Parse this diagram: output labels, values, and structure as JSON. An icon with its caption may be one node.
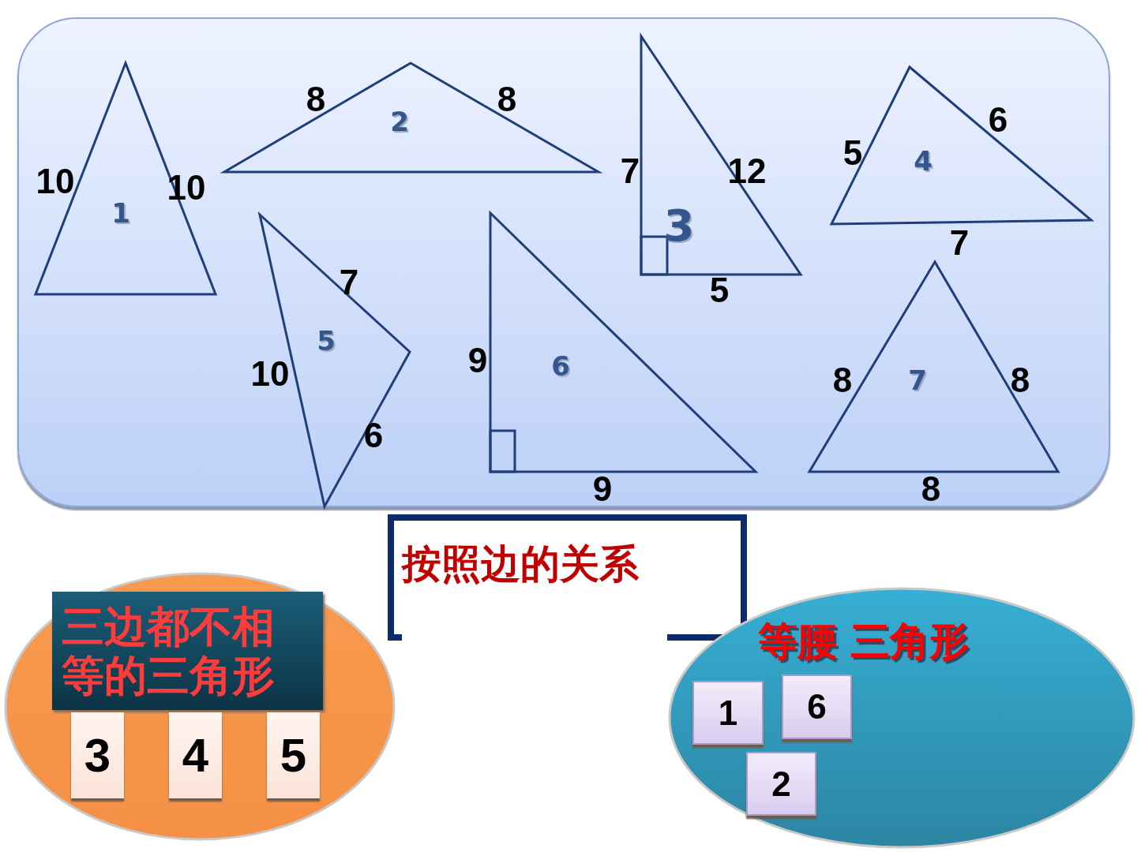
{
  "diagram": {
    "nodes": [
      {
        "text": [],
        "shape": "box"
      },
      {
        "text": [
          "1"
        ],
        "beside": [
          "10",
          "10"
        ],
        "in": 0
      },
      {
        "text": [
          "2"
        ],
        "beside": [
          "8",
          "8"
        ],
        "in": 0
      },
      {
        "text": [
          "3"
        ],
        "beside": [
          "7",
          "12",
          "5"
        ],
        "in": 0
      },
      {
        "text": [
          "4"
        ],
        "beside": [
          "5",
          "6",
          "7"
        ],
        "in": 0
      },
      {
        "text": [
          "5"
        ],
        "beside": [
          "7",
          "10",
          "6"
        ],
        "in": 0
      },
      {
        "text": [
          "6"
        ],
        "beside": [
          "9",
          "9"
        ],
        "in": 0
      },
      {
        "text": [
          "7"
        ],
        "beside": [
          "8",
          "8",
          "8"
        ],
        "in": 0
      },
      {
        "text": [
          "按照边的关系"
        ]
      },
      {
        "text": [],
        "shape": "circle"
      },
      {
        "text": [
          "三边都不相等的三角形"
        ],
        "in": 9
      },
      {
        "text": [
          "3"
        ],
        "in": 9
      },
      {
        "text": [
          "4"
        ],
        "in": 9
      },
      {
        "text": [
          "5"
        ],
        "in": 9
      },
      {
        "text": [
          "等腰 三角形"
        ]
      },
      {
        "text": [
          "1"
        ],
        "in": 14
      },
      {
        "text": [
          "6"
        ],
        "in": 14
      },
      {
        "text": [
          "2"
        ],
        "in": 14
      }
    ]
  }
}
